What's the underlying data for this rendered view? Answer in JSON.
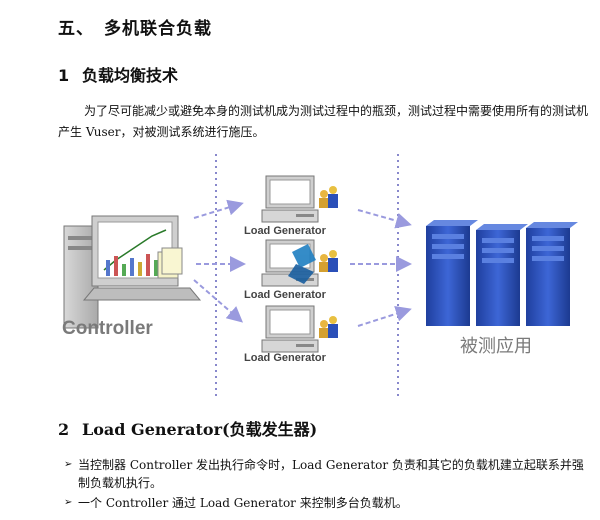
{
  "heading": {
    "number": "五、",
    "title": "多机联合负载"
  },
  "section1": {
    "number": "1",
    "title": "负载均衡技术"
  },
  "paragraph": "为了尽可能减少或避免本身的测试机成为测试过程中的瓶颈，测试过程中需要使用所有的测试机产生 Vuser，对被测试系统进行施压。",
  "diagram": {
    "controller_label": "Controller",
    "generator_labels": [
      "Load Generator",
      "Load Generator",
      "Load Generator"
    ],
    "target_label": "被测应用",
    "colors": {
      "arrow": "#9a9ade",
      "dotted_line": "#8888cc",
      "server": "#2b4fb8"
    }
  },
  "section2": {
    "number": "2",
    "title": "Load Generator(负载发生器)"
  },
  "bullets": [
    "当控制器 Controller 发出执行命令时，Load Generator 负责和其它的负载机建立起联系并强制负载机执行。",
    "一个 Controller 通过 Load Generator 来控制多台负载机。"
  ]
}
